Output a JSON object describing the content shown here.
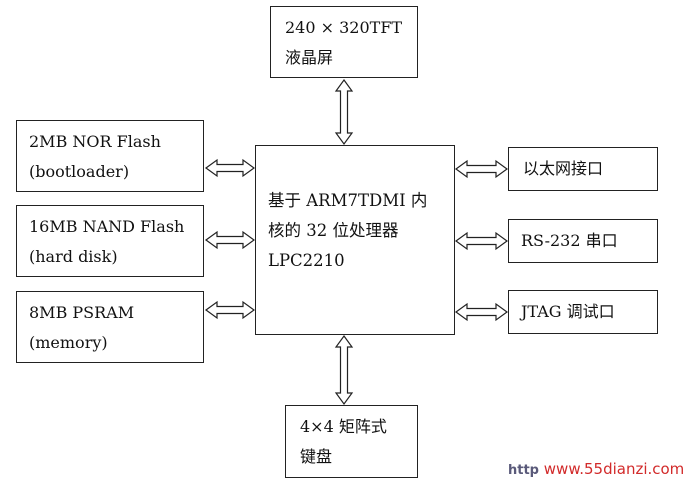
{
  "blocks": {
    "lcd": {
      "line1": "240 × 320TFT",
      "line2": "液晶屏"
    },
    "nor": {
      "line1": "2MB NOR Flash",
      "line2": "(bootloader)"
    },
    "nand": {
      "line1": "16MB NAND Flash",
      "line2": "(hard disk)"
    },
    "psram": {
      "line1": "8MB PSRAM",
      "line2": "(memory)"
    },
    "cpu": {
      "line1": "基于 ARM7TDMI 内",
      "line2": "核的 32 位处理器",
      "line3": "LPC2210"
    },
    "ethernet": {
      "line1": "以太网接口"
    },
    "serial": {
      "line1": "RS-232 串口"
    },
    "jtag": {
      "line1": "JTAG 调试口"
    },
    "keypad": {
      "line1": "4×4 矩阵式",
      "line2": "键盘"
    }
  },
  "watermark": {
    "prefix": "http",
    "text": "www.55dianzi.com"
  },
  "colors": {
    "line": "#222222",
    "watermark": "#d22a2a"
  }
}
